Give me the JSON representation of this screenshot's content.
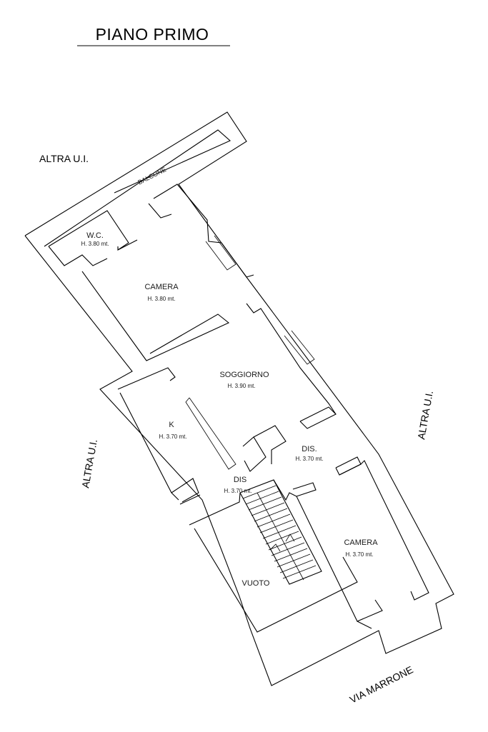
{
  "title": "PIANO PRIMO",
  "exterior": {
    "top_left": "ALTRA U.I.",
    "left": "ALTRA U.I.",
    "right": "ALTRA U.I.",
    "street": "VIA MARRONE"
  },
  "rooms": {
    "balcone": {
      "name": "BALCONE"
    },
    "wc": {
      "name": "W.C.",
      "height": "H. 3.80 mt."
    },
    "camera_top": {
      "name": "CAMERA",
      "height": "H. 3.80 mt."
    },
    "soggiorno": {
      "name": "SOGGIORNO",
      "height": "H. 3.90 mt."
    },
    "k": {
      "name": "K",
      "height": "H. 3.70 mt."
    },
    "dis_right": {
      "name": "DIS.",
      "height": "H. 3.70 mt."
    },
    "dis_center": {
      "name": "DIS",
      "height": "H. 3.70 mt."
    },
    "camera_bottom": {
      "name": "CAMERA",
      "height": "H. 3.70 mt."
    },
    "vuoto": {
      "name": "VUOTO"
    }
  }
}
